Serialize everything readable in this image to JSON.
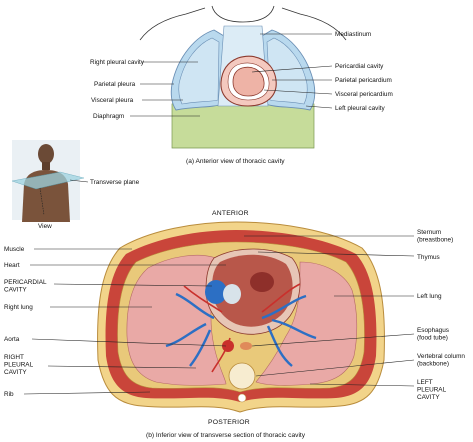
{
  "colors": {
    "pleura_blue": "#b9d9ee",
    "pleura_outline": "#6a8fb5",
    "diaphragm_green": "#c6dc9a",
    "pericardium_pink": "#f4c9bf",
    "lung_pink": "#e9a9a6",
    "muscle_red": "#c9453a",
    "fat_yellow": "#f2d48a",
    "vessel_blue": "#2c6fc4",
    "vessel_red": "#c9302c"
  },
  "panel_a": {
    "caption": "(a) Anterior view of thoracic cavity",
    "labels_left": [
      "Right pleural cavity",
      "Parietal pleura",
      "Visceral pleura",
      "Diaphragm"
    ],
    "labels_right": [
      "Mediastinum",
      "Pericardial cavity",
      "Parietal pericardium",
      "Visceral pericardium",
      "Left pleural cavity"
    ]
  },
  "figure_inset": {
    "plane_label": "Transverse plane",
    "view_label": "View"
  },
  "panel_b": {
    "anterior": "ANTERIOR",
    "posterior": "POSTERIOR",
    "caption": "(b) Inferior view of transverse section of thoracic cavity",
    "labels_left": [
      [
        "Muscle"
      ],
      [
        "Heart"
      ],
      [
        "PERICARDIAL",
        "CAVITY"
      ],
      [
        "Right lung"
      ],
      [
        "Aorta"
      ],
      [
        "RIGHT",
        "PLEURAL",
        "CAVITY"
      ],
      [
        "Rib"
      ]
    ],
    "labels_right": [
      [
        "Sternum",
        "(breastbone)"
      ],
      [
        "Thymus"
      ],
      [
        "Left lung"
      ],
      [
        "Esophagus",
        "(food tube)"
      ],
      [
        "Vertebral column",
        "(backbone)"
      ],
      [
        "LEFT",
        "PLEURAL",
        "CAVITY"
      ]
    ]
  }
}
